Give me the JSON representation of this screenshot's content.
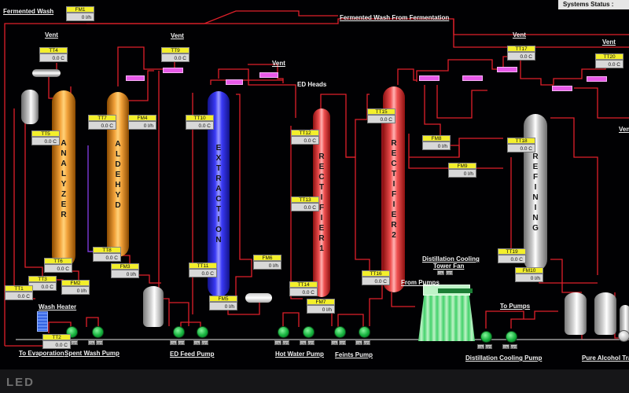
{
  "header": {
    "fermented_wash": "Fermented Wash",
    "from_fermentation": "Fermented Wash From Fermentation",
    "systems_status": "Systems Status :"
  },
  "vents": [
    "Vent",
    "Vent",
    "Vent",
    "Vent",
    "Vent",
    "Vent"
  ],
  "ed_heads": "ED Heads",
  "columns": {
    "analyzer": [
      "A",
      "N",
      "A",
      "L",
      "Y",
      "Z",
      "E",
      "R"
    ],
    "aldehyde": [
      "A",
      "L",
      "D",
      "E",
      "H",
      "Y",
      "D"
    ],
    "extraction": [
      "E",
      "X",
      "T",
      "R",
      "A",
      "C",
      "T",
      "I",
      "O",
      "N"
    ],
    "rectifier1": [
      "R",
      "E",
      "C",
      "T",
      "I",
      "F",
      "I",
      "E",
      "R",
      "1"
    ],
    "rectifier2": [
      "R",
      "E",
      "C",
      "T",
      "I",
      "F",
      "I",
      "E",
      "R",
      "2"
    ],
    "refining": [
      "R",
      "E",
      "F",
      "I",
      "N",
      "I",
      "N",
      "G"
    ]
  },
  "tags": {
    "FM1": {
      "name": "FM1",
      "value": "0 l/h"
    },
    "TT4": {
      "name": "TT4",
      "value": "0.0 C"
    },
    "TT9": {
      "name": "TT9",
      "value": "0.0 C"
    },
    "TT5": {
      "name": "TT5",
      "value": "0.0 C"
    },
    "TT7": {
      "name": "TT7",
      "value": "0.0 C"
    },
    "FM4": {
      "name": "FM4",
      "value": "0 l/h"
    },
    "TT10": {
      "name": "TT10",
      "value": "0.0 C"
    },
    "TT12": {
      "name": "TT12",
      "value": "0.0 C"
    },
    "TT15": {
      "name": "TT15",
      "value": "0.0 C"
    },
    "TT17": {
      "name": "TT17",
      "value": "0.0 C"
    },
    "TT20": {
      "name": "TT20",
      "value": "0.0 C"
    },
    "FM8": {
      "name": "FM8",
      "value": "0 l/h"
    },
    "TT18": {
      "name": "TT18",
      "value": "0.0 C"
    },
    "FM9": {
      "name": "FM9",
      "value": "0 l/h"
    },
    "TT13": {
      "name": "TT13",
      "value": "0.0 C"
    },
    "TT8": {
      "name": "TT8",
      "value": "0.0 C"
    },
    "TT6": {
      "name": "TT6",
      "value": "0.0 C"
    },
    "FM3": {
      "name": "FM3",
      "value": "0 l/h"
    },
    "FM6": {
      "name": "FM6",
      "value": "0 l/h"
    },
    "TT11": {
      "name": "TT11",
      "value": "0.0 C"
    },
    "TT19": {
      "name": "TT19",
      "value": "0.0 C"
    },
    "FM10": {
      "name": "FM10",
      "value": "0 l/h"
    },
    "TT16": {
      "name": "TT16",
      "value": "0.0 C"
    },
    "TT3": {
      "name": "TT3",
      "value": "0.0 C"
    },
    "FM2": {
      "name": "FM2",
      "value": "0 l/h"
    },
    "TT1": {
      "name": "TT1",
      "value": "0.0 C"
    },
    "TT14": {
      "name": "TT14",
      "value": "0.0 C"
    },
    "FM5": {
      "name": "FM5",
      "value": "0 l/h"
    },
    "FM7": {
      "name": "FM7",
      "value": "0 l/h"
    },
    "TT2": {
      "name": "TT2",
      "value": "0.0 C"
    }
  },
  "labels": {
    "wash_heater": "Wash Heater",
    "to_evaporation": "To Evaporation",
    "spent_wash_pump": "Spent Wash Pump",
    "ed_feed_pump": "ED Feed Pump",
    "hot_water_pump": "Hot Water Pump",
    "feints_pump": "Feints Pump",
    "distillation_cooling_tower_fan_1": "Distillation Cooling",
    "distillation_cooling_tower_fan_2": "Tower Fan",
    "from_pumps": "From Pumps",
    "to_pumps": "To Pumps",
    "distillation_cooling_pump": "Distillation Cooling Pump",
    "pure_alcohol_transfer": "Pure Alcohol Transf",
    "led": "LED"
  },
  "pump_buttons": {
    "on": "ON",
    "off": "OFF"
  },
  "colors": {
    "pipe": "#e0202a",
    "column_orange": "#f2a23a",
    "column_blue": "#3a3af5",
    "column_red": "#ef5050",
    "tag_yellow": "#f3ef2b",
    "pump_green": "#16b23e"
  }
}
